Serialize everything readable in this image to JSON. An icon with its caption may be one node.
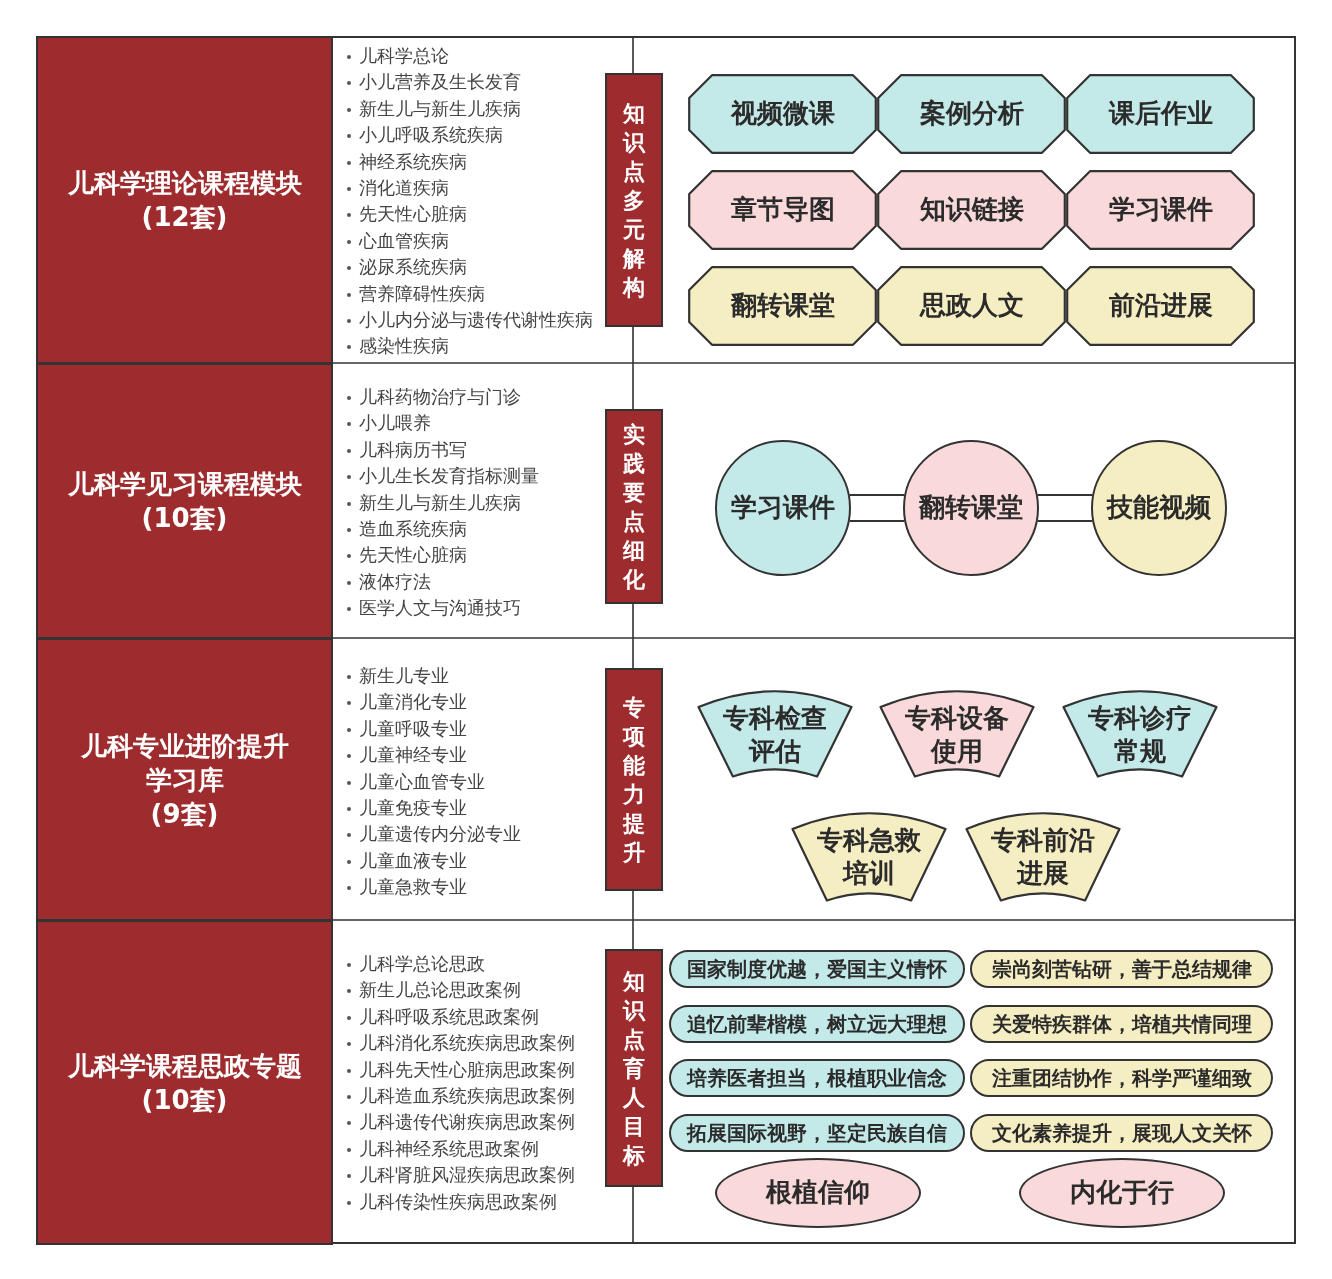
{
  "diagram": {
    "nodes": [
      {
        "text": [
          "儿科学理论课程模块",
          "(12套)"
        ]
      },
      {
        "text": [
          "知识点多元解构"
        ]
      },
      {
        "text": [
          "视频微课"
        ]
      },
      {
        "text": [
          "案例分析"
        ]
      },
      {
        "text": [
          "课后作业"
        ]
      },
      {
        "text": [
          "章节导图"
        ]
      },
      {
        "text": [
          "知识链接"
        ]
      },
      {
        "text": [
          "学习课件"
        ]
      },
      {
        "text": [
          "翻转课堂"
        ]
      },
      {
        "text": [
          "思政人文"
        ]
      },
      {
        "text": [
          "前沿进展"
        ]
      },
      {
        "text": [
          "儿科学见习课程模块",
          "(10套)"
        ]
      },
      {
        "text": [
          "实践要点细化"
        ]
      },
      {
        "text": [
          "学习课件"
        ]
      },
      {
        "text": [
          "翻转课堂"
        ]
      },
      {
        "text": [
          "技能视频"
        ]
      },
      {
        "text": [
          "儿科专业进阶提升学习库",
          "(9套)"
        ]
      },
      {
        "text": [
          "专项能力提升"
        ]
      },
      {
        "text": [
          "专科检查评估"
        ]
      },
      {
        "text": [
          "专科设备使用"
        ]
      },
      {
        "text": [
          "专科诊疗常规"
        ]
      },
      {
        "text": [
          "专科急救培训"
        ]
      },
      {
        "text": [
          "专科前沿进展"
        ]
      },
      {
        "text": [
          "儿科学课程思政专题",
          "(10套)"
        ]
      },
      {
        "text": [
          "知识点育人目标"
        ]
      },
      {
        "text": [
          "国家制度优越，爱国主义情怀"
        ]
      },
      {
        "text": [
          "崇尚刻苦钻研，善于总结规律"
        ]
      },
      {
        "text": [
          "追忆前辈楷模，树立远大理想"
        ]
      },
      {
        "text": [
          "关爱特疾群体，培植共情同理"
        ]
      },
      {
        "text": [
          "培养医者担当，根植职业信念"
        ]
      },
      {
        "text": [
          "注重团结协作，科学严谨细致"
        ]
      },
      {
        "text": [
          "拓展国际视野，坚定民族自信"
        ]
      },
      {
        "text": [
          "文化素养提升，展现人文关怀"
        ]
      },
      {
        "text": [
          "根植信仰"
        ]
      },
      {
        "text": [
          "内化于行"
        ]
      }
    ],
    "edges": [
      {
        "from": 13,
        "to": 14,
        "arrow": "none"
      },
      {
        "from": 14,
        "to": 15,
        "arrow": "none"
      }
    ],
    "labels": [
      "儿科学总论",
      "小儿营养及生长发育",
      "新生儿与新生儿疾病",
      "小儿呼吸系统疾病",
      "神经系统疾病",
      "消化道疾病",
      "先天性心脏病",
      "心血管疾病",
      "泌尿系统疾病",
      "营养障碍性疾病",
      "小儿内分泌与遗传代谢性疾病",
      "感染性疾病",
      "儿科药物治疗与门诊",
      "小儿喂养",
      "儿科病历书写",
      "小儿生长发育指标测量",
      "新生儿与新生儿疾病",
      "造血系统疾病",
      "先天性心脏病",
      "液体疗法",
      "医学人文与沟通技巧",
      "新生儿专业",
      "儿童消化专业",
      "儿童呼吸专业",
      "儿童神经专业",
      "儿童心血管专业",
      "儿童免疫专业",
      "儿童遗传内分泌专业",
      "儿童血液专业",
      "儿童急救专业",
      "儿科学总论思政",
      "新生儿总论思政案例",
      "儿科呼吸系统思政案例",
      "儿科消化系统疾病思政案例",
      "儿科先天性心脏病思政案例",
      "儿科造血系统疾病思政案例",
      "儿科遗传代谢疾病思政案例",
      "儿科神经系统思政案例",
      "儿科肾脏风湿疾病思政案例",
      "儿科传染性疾病思政案例"
    ]
  }
}
